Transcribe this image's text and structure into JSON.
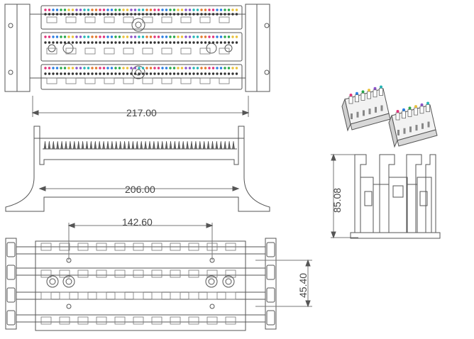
{
  "dimensions": {
    "width_top": "217.00",
    "width_side": "206.00",
    "hole_spacing": "142.60",
    "height_side": "85.08",
    "row_pitch": "45.40"
  },
  "colors": {
    "line": "#555555",
    "light": "#8a8a8a",
    "pins": [
      "#e0337a",
      "#2a7de1",
      "#27a74a",
      "#e9c13a",
      "#8a52c8",
      "#23b5b5",
      "#e2782d"
    ]
  }
}
